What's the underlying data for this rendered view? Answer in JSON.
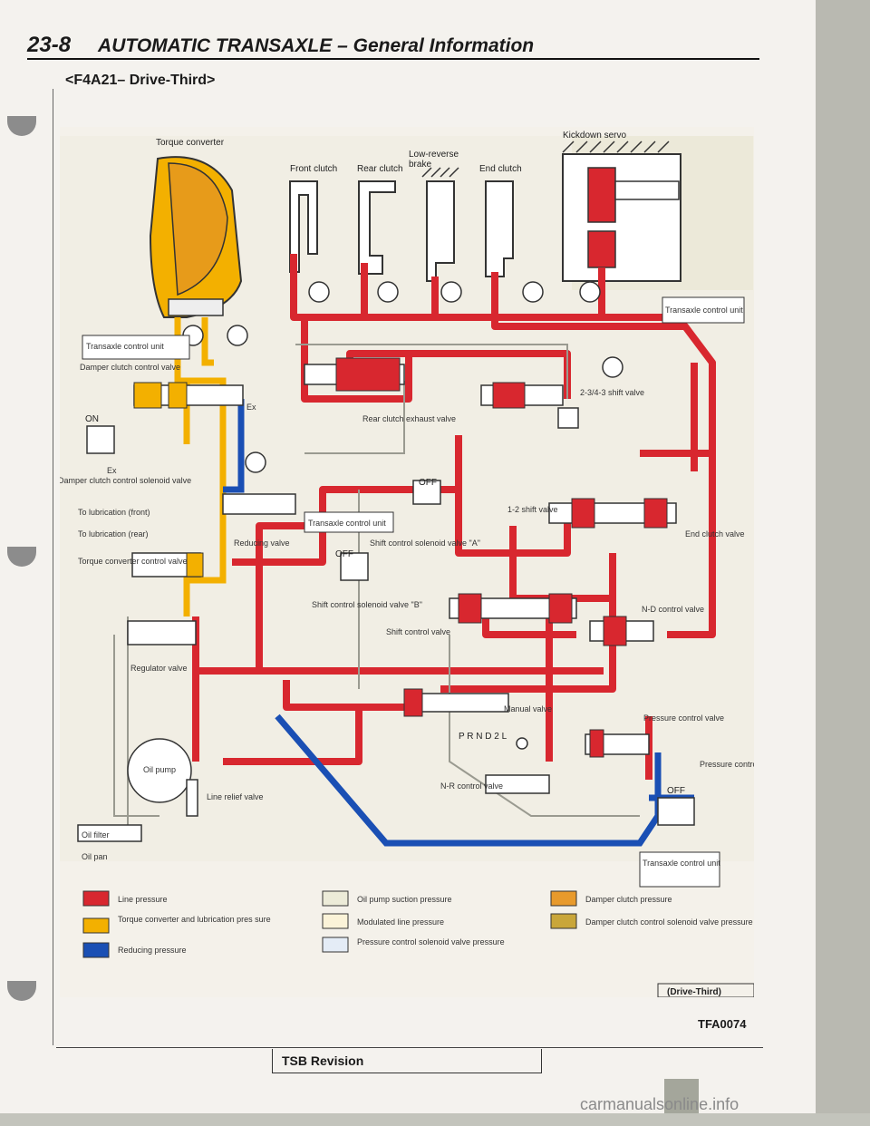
{
  "header": {
    "section": "23-8",
    "title": "AUTOMATIC TRANSAXLE – General Information"
  },
  "subtitle": "<F4A21–  Drive-Third>",
  "colors": {
    "line": "#d8272f",
    "converter": "#f3b000",
    "reducing": "#1a4fb4",
    "suction": "#ecebd8",
    "modulated": "#fbf3d8",
    "solenoid": "#e4ecf6",
    "clutch": "#e89a2c",
    "control": "#c9a63a"
  },
  "labels": {
    "torque_converter": "Torque converter",
    "front_clutch": "Front clutch",
    "rear_clutch": "Rear clutch",
    "low_reverse": "Low-reverse",
    "brake": "brake",
    "end_clutch": "End clutch",
    "kickdown_servo": "Kickdown servo",
    "transaxle_control_unit": "Transaxle control unit",
    "damper_clutch_valve": "Damper clutch control valve",
    "on": "ON",
    "ex": "Ex",
    "damper_solenoid": "Damper clutch control solenoid valve",
    "lub_front": "To lubrication (front)",
    "lub_rear": "To lubrication (rear)",
    "tc_control_valve": "Torque converter control valve",
    "reducing_valve": "Reducing valve",
    "regulator_valve": "Regulator valve",
    "oil_pump": "Oil pump",
    "oil_filter": "Oil filter",
    "oil_pan": "Oil pan",
    "line_relief": "Line relief valve",
    "shift_234": "2-3/4-3 shift valve",
    "rear_clutch_exhaust": "Rear clutch exhaust valve",
    "off": "OFF",
    "shift_12": "1-2 shift valve",
    "end_clutch_valve": "End clutch valve",
    "shift_sol_a": "Shift control solenoid valve \"A\"",
    "shift_sol_b": "Shift control solenoid valve \"B\"",
    "shift_control_valve": "Shift control valve",
    "nd_control": "N-D control valve",
    "manual_valve": "Manual valve",
    "prnd": "P R N D 2 L",
    "nr_control": "N-R control valve",
    "pressure_control_valve": "Pressure control valve",
    "pressure_sol": "Pressure control solenoid valve"
  },
  "legend": [
    {
      "label": "Line pressure",
      "color": "#d8272f"
    },
    {
      "label": "Torque converter and lubrication pres sure",
      "color": "#f3b000"
    },
    {
      "label": "Reducing pressure",
      "color": "#1a4fb4"
    },
    {
      "label": "Oil pump suction pressure",
      "color": "#ecebd8"
    },
    {
      "label": "Modulated line pressure",
      "color": "#fbf3d8"
    },
    {
      "label": "Pressure control solenoid valve pressure",
      "color": "#e4ecf6"
    },
    {
      "label": "Damper clutch pressure",
      "color": "#e89a2c"
    },
    {
      "label": "Damper clutch control solenoid valve pressure",
      "color": "#c9a63a"
    }
  ],
  "range_tag": "(Drive-Third)",
  "figure_code": "TFA0074",
  "footer": {
    "tsb": "TSB Revision"
  },
  "watermark": "carmanualsonline.info"
}
